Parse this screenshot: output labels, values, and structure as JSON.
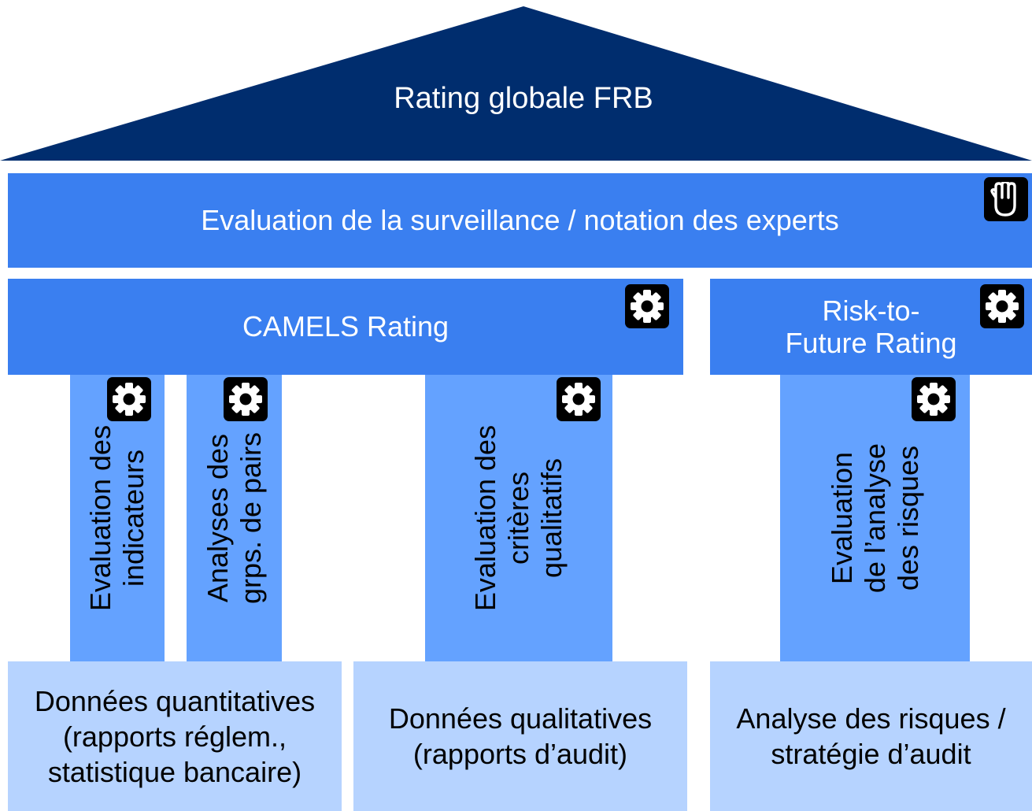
{
  "roof": {
    "title": "Rating globale FRB"
  },
  "supervision_band": {
    "label": "Evaluation de la surveillance / notation des experts"
  },
  "camels_band": {
    "label": "CAMELS Rating"
  },
  "rtf_band": {
    "label": "Risk-to-\nFuture Rating"
  },
  "pillars": [
    {
      "label": "Evaluation des\nindicateurs"
    },
    {
      "label": "Analyses des\ngrps. de pairs"
    },
    {
      "label": "Evaluation des\ncritères\nqualitatifs"
    },
    {
      "label": "Evaluation\nde l’analyse\ndes risques"
    }
  ],
  "bases": [
    {
      "label": "Données quantitatives\n(rapports réglem.,\nstatistique bancaire)"
    },
    {
      "label": "Données qualitatives\n(rapports d’audit)"
    },
    {
      "label": "Analyse des risques /\nstratégie d’audit"
    }
  ],
  "icons": {
    "manual": "hand-icon",
    "automatic": "gear-icon"
  },
  "colors": {
    "roof": "#002d6e",
    "band": "#3a7ff0",
    "pillar": "#64a2ff",
    "base": "#b6d3ff",
    "badge": "#000000"
  }
}
